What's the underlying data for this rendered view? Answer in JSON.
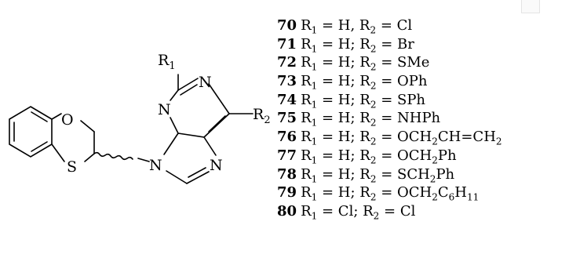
{
  "structure": {
    "atoms": {
      "O": "O",
      "S": "S",
      "N": "N",
      "R": "R"
    },
    "substituents": {
      "r1_sub": "1",
      "r2_sub": "2"
    }
  },
  "compounds": [
    {
      "number": "70",
      "parts": [
        [
          "R",
          ""
        ],
        [
          "1",
          "sub"
        ],
        [
          " = H, R",
          ""
        ],
        [
          "2",
          "sub"
        ],
        [
          " = Cl",
          ""
        ]
      ]
    },
    {
      "number": "71",
      "parts": [
        [
          "R",
          ""
        ],
        [
          "1",
          "sub"
        ],
        [
          " = H; R",
          ""
        ],
        [
          "2",
          "sub"
        ],
        [
          " = Br",
          ""
        ]
      ]
    },
    {
      "number": "72",
      "parts": [
        [
          "R",
          ""
        ],
        [
          "1",
          "sub"
        ],
        [
          " = H; R",
          ""
        ],
        [
          "2",
          "sub"
        ],
        [
          " = SMe",
          ""
        ]
      ]
    },
    {
      "number": "73",
      "parts": [
        [
          "R",
          ""
        ],
        [
          "1",
          "sub"
        ],
        [
          " = H; R",
          ""
        ],
        [
          "2",
          "sub"
        ],
        [
          " = OPh",
          ""
        ]
      ]
    },
    {
      "number": "74",
      "parts": [
        [
          "R",
          ""
        ],
        [
          "1",
          "sub"
        ],
        [
          " = H; R",
          ""
        ],
        [
          "2",
          "sub"
        ],
        [
          " = SPh",
          ""
        ]
      ]
    },
    {
      "number": "75",
      "parts": [
        [
          "R",
          ""
        ],
        [
          "1",
          "sub"
        ],
        [
          " = H; R",
          ""
        ],
        [
          "2",
          "sub"
        ],
        [
          " = NHPh",
          ""
        ]
      ]
    },
    {
      "number": "76",
      "parts": [
        [
          "R",
          ""
        ],
        [
          "1",
          "sub"
        ],
        [
          " = H; R",
          ""
        ],
        [
          "2",
          "sub"
        ],
        [
          " = OCH",
          ""
        ],
        [
          "2",
          "sub"
        ],
        [
          "CH=CH",
          ""
        ],
        [
          "2",
          "sub"
        ]
      ]
    },
    {
      "number": "77",
      "parts": [
        [
          "R",
          ""
        ],
        [
          "1",
          "sub"
        ],
        [
          " = H; R",
          ""
        ],
        [
          "2",
          "sub"
        ],
        [
          " = OCH",
          ""
        ],
        [
          "2",
          "sub"
        ],
        [
          "Ph",
          ""
        ]
      ]
    },
    {
      "number": "78",
      "parts": [
        [
          "R",
          ""
        ],
        [
          "1",
          "sub"
        ],
        [
          " = H; R",
          ""
        ],
        [
          "2",
          "sub"
        ],
        [
          " = SCH",
          ""
        ],
        [
          "2",
          "sub"
        ],
        [
          "Ph",
          ""
        ]
      ]
    },
    {
      "number": "79",
      "parts": [
        [
          "R",
          ""
        ],
        [
          "1",
          "sub"
        ],
        [
          " = H; R",
          ""
        ],
        [
          "2",
          "sub"
        ],
        [
          " = OCH",
          ""
        ],
        [
          "2",
          "sub"
        ],
        [
          "C",
          ""
        ],
        [
          "6",
          "sub"
        ],
        [
          "H",
          ""
        ],
        [
          "11",
          "sub"
        ]
      ]
    },
    {
      "number": "80",
      "parts": [
        [
          "R",
          ""
        ],
        [
          "1",
          "sub"
        ],
        [
          " = Cl; R",
          ""
        ],
        [
          "2",
          "sub"
        ],
        [
          " = Cl",
          ""
        ]
      ]
    }
  ]
}
